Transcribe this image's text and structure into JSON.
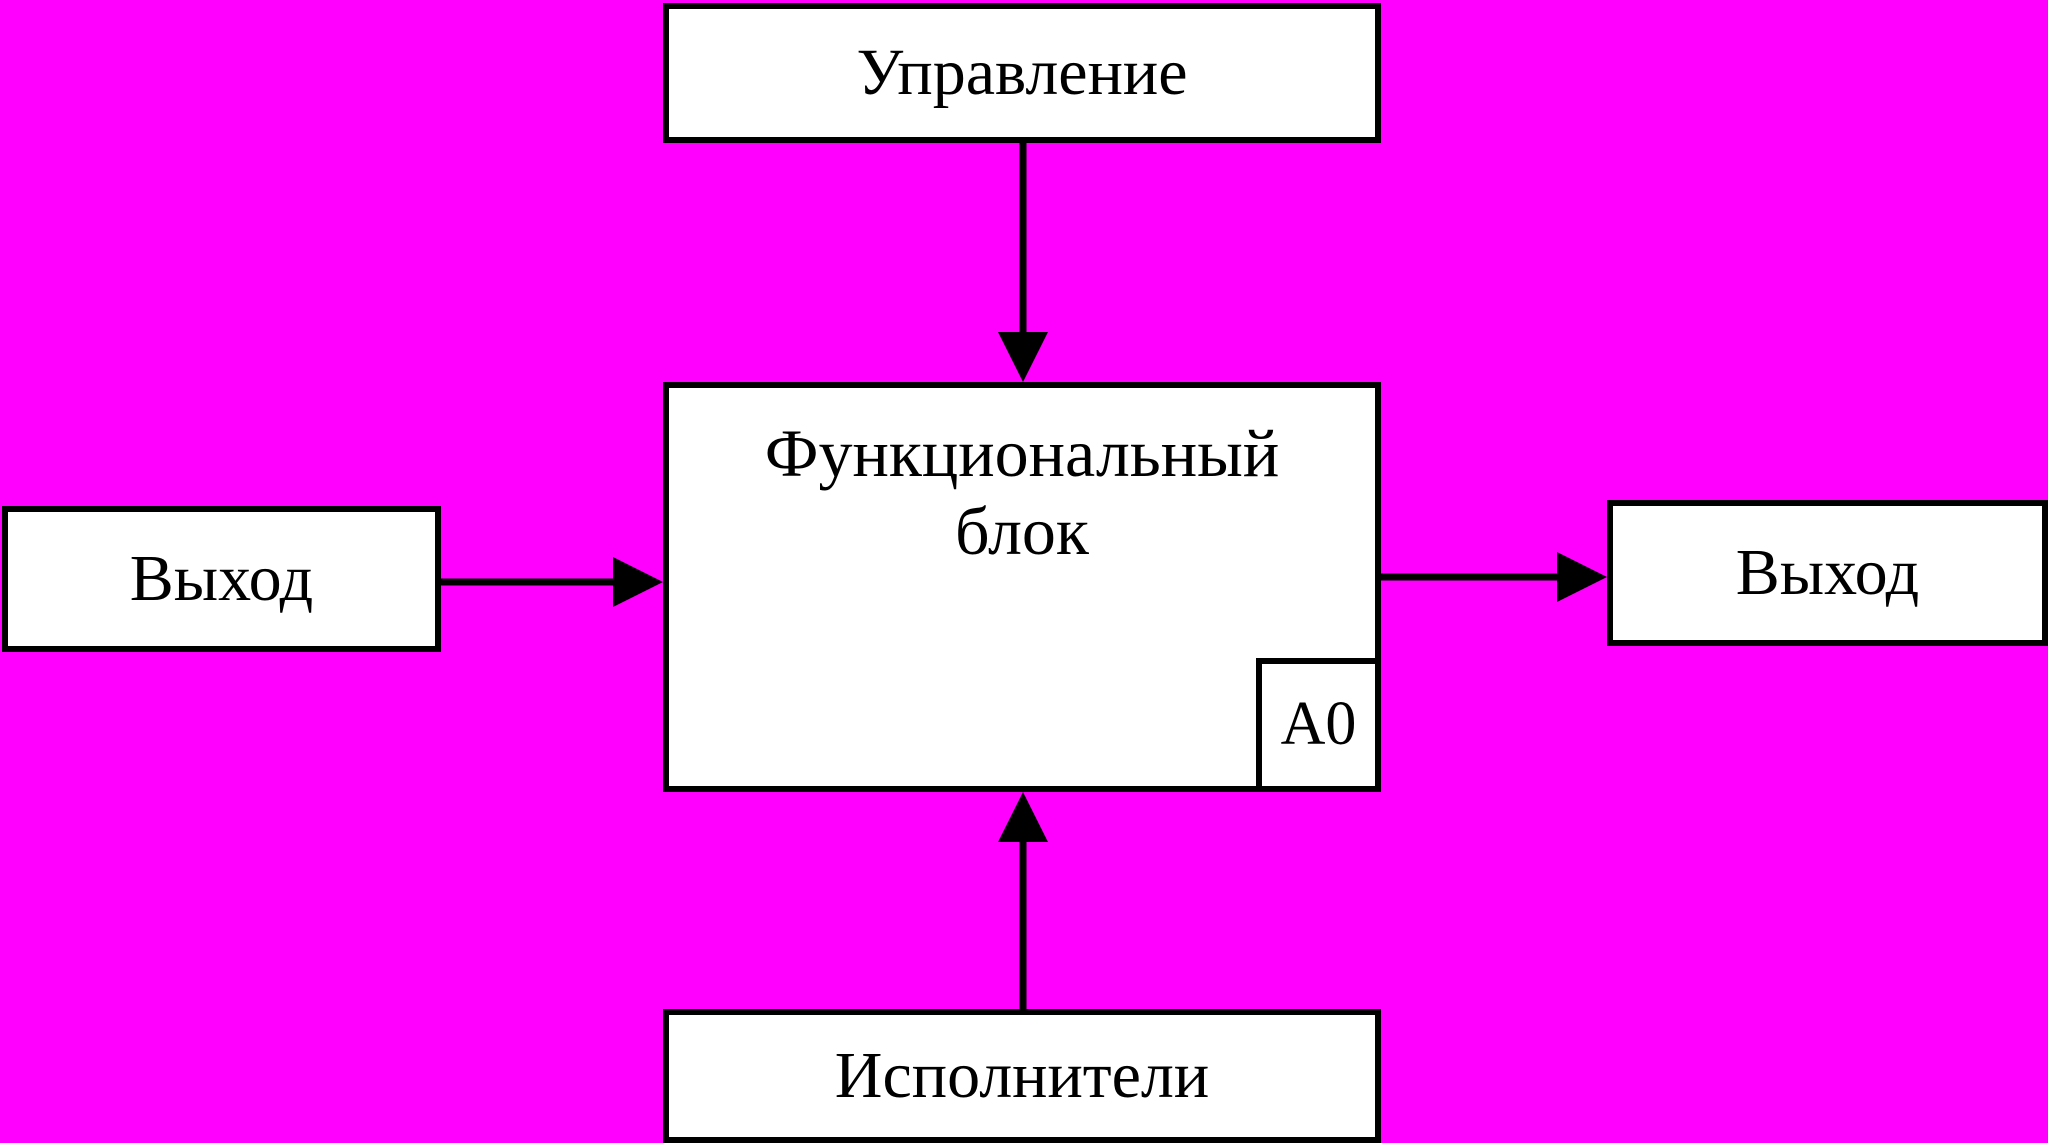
{
  "colors": {
    "background": "#ff00ff",
    "box_fill": "#ffffff",
    "stroke": "#000000"
  },
  "boxes": {
    "control": "Управление",
    "input": "Выход",
    "output": "Выход",
    "mechanism": "Исполнители",
    "function_line1": "Функциональный",
    "function_line2": "блок",
    "node_number": "А0"
  }
}
